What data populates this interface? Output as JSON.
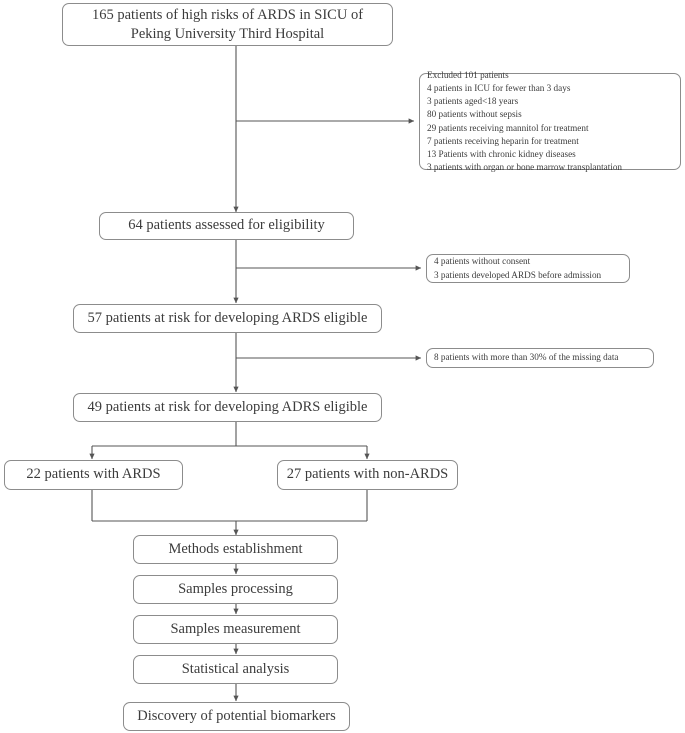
{
  "chart_data": {
    "type": "diagram",
    "title": "Patient enrollment and study workflow flowchart",
    "nodes": [
      {
        "id": "n1",
        "label": "165 patients of high risks of ARDS in SICU of\nPeking University Third Hospital"
      },
      {
        "id": "n2",
        "label": "64 patients assessed for eligibility"
      },
      {
        "id": "n3",
        "label": "57 patients at risk for developing ARDS eligible"
      },
      {
        "id": "n4",
        "label": "49 patients at risk for developing ADRS eligible"
      },
      {
        "id": "n5",
        "label": "22 patients with ARDS"
      },
      {
        "id": "n6",
        "label": "27 patients with non-ARDS"
      },
      {
        "id": "n7",
        "label": "Methods establishment"
      },
      {
        "id": "n8",
        "label": "Samples processing"
      },
      {
        "id": "n9",
        "label": "Samples measurement"
      },
      {
        "id": "n10",
        "label": "Statistical analysis"
      },
      {
        "id": "n11",
        "label": "Discovery of potential biomarkers"
      }
    ],
    "exclusions": [
      {
        "id": "x1",
        "lines": [
          "Excluded 101 patients",
          "4 patients in ICU for fewer than 3 days",
          "3 patients aged<18 years",
          "80 patients without sepsis",
          "29 patients receiving mannitol for treatment",
          "7 patients receiving heparin for treatment",
          "13 Patients with chronic kidney diseases",
          "3 patients with organ or bone marrow transplantation"
        ]
      },
      {
        "id": "x2",
        "lines": [
          "4 patients without consent",
          "3 patients developed ARDS before admission"
        ]
      },
      {
        "id": "x3",
        "lines": [
          "8 patients with more than 30% of the missing data"
        ]
      }
    ],
    "edges": [
      {
        "from": "n1",
        "to": "n2",
        "type": "vertical-arrow"
      },
      {
        "from": "n1-n2 spine",
        "to": "x1",
        "type": "side-branch-arrow"
      },
      {
        "from": "n2",
        "to": "n3",
        "type": "vertical-arrow"
      },
      {
        "from": "n2-n3 spine",
        "to": "x2",
        "type": "side-branch-arrow"
      },
      {
        "from": "n3",
        "to": "n4",
        "type": "vertical-arrow"
      },
      {
        "from": "n3-n4 spine",
        "to": "x3",
        "type": "side-branch-arrow"
      },
      {
        "from": "n4",
        "to": "n5",
        "type": "split-arrow"
      },
      {
        "from": "n4",
        "to": "n6",
        "type": "split-arrow"
      },
      {
        "from": "n5",
        "to": "n7",
        "type": "merge-arrow"
      },
      {
        "from": "n6",
        "to": "n7",
        "type": "merge-arrow"
      },
      {
        "from": "n7",
        "to": "n8",
        "type": "vertical-arrow"
      },
      {
        "from": "n8",
        "to": "n9",
        "type": "vertical-arrow"
      },
      {
        "from": "n9",
        "to": "n10",
        "type": "vertical-arrow"
      },
      {
        "from": "n10",
        "to": "n11",
        "type": "vertical-arrow"
      }
    ],
    "colors": {
      "background": "#ffffff",
      "border": "#8c8c8c",
      "text": "#3c3c3c",
      "connector": "#555555"
    }
  },
  "flow": {
    "boxes": {
      "cohort_total": "165 patients of high risks of ARDS in SICU of\nPeking University Third Hospital",
      "assessed": "64 patients assessed for eligibility",
      "eligible_57": "57 patients at risk for developing ARDS eligible",
      "eligible_49": "49 patients at risk for developing ADRS eligible",
      "group_ards": "22 patients with ARDS",
      "group_non_ards": "27 patients with non-ARDS",
      "methods": "Methods establishment",
      "processing": "Samples processing",
      "measurement": "Samples measurement",
      "statistics": "Statistical analysis",
      "discovery": "Discovery of potential biomarkers"
    },
    "excluded_main": {
      "l0": "Excluded 101 patients",
      "l1": "4 patients in ICU for fewer than 3 days",
      "l2": "3 patients aged<18 years",
      "l3": "80 patients without sepsis",
      "l4": "29 patients receiving mannitol for treatment",
      "l5": "7 patients receiving heparin for treatment",
      "l6": "13 Patients with chronic kidney diseases",
      "l7": "3 patients with organ or bone marrow transplantation"
    },
    "excluded_consent": {
      "l0": "4 patients without consent",
      "l1": "3 patients developed ARDS before admission"
    },
    "excluded_missing": {
      "l0": "8 patients with more than 30% of the missing data"
    }
  }
}
